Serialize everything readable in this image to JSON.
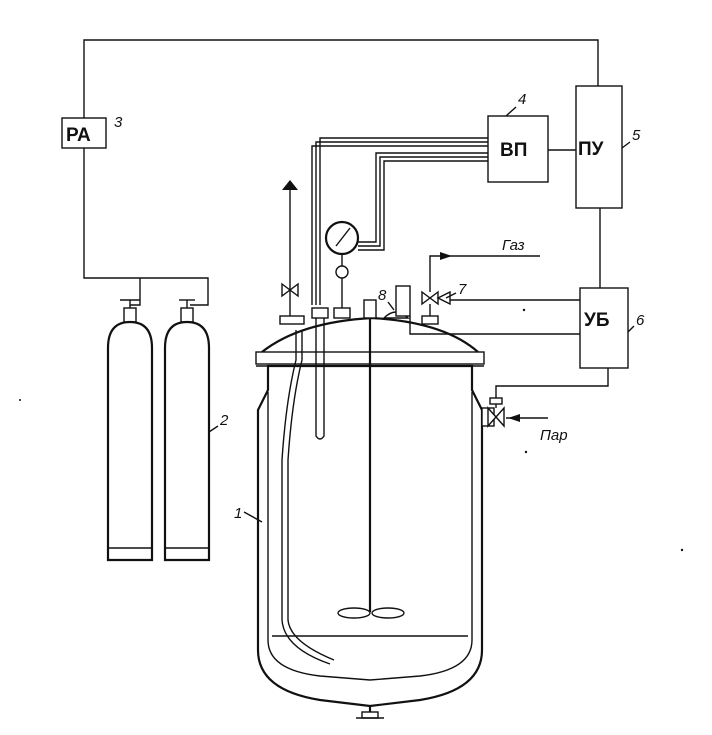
{
  "blocks": {
    "pa": "РА",
    "vp": "ВП",
    "pu": "ПУ",
    "ub": "УБ"
  },
  "callouts": {
    "n1": "1",
    "n2": "2",
    "n3": "3",
    "n4": "4",
    "n5": "5",
    "n6": "6",
    "n7": "7",
    "n8": "8"
  },
  "flows": {
    "gas": "Газ",
    "steam": "Пар"
  }
}
